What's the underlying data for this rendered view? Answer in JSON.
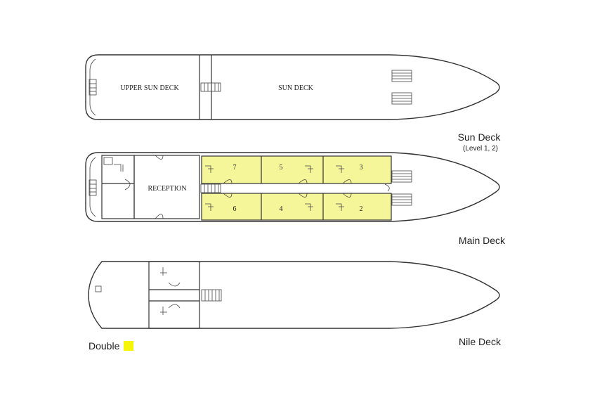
{
  "decks": {
    "sun": {
      "title": "Sun Deck",
      "subtitle": "(Level 1, 2)",
      "areas": {
        "upper_sun_deck": "UPPER SUN DECK",
        "sun_deck": "SUN DECK"
      }
    },
    "main": {
      "title": "Main Deck",
      "areas": {
        "reception": "RECEPTION"
      },
      "cabins": {
        "c7": "7",
        "c5": "5",
        "c3": "3",
        "c6": "6",
        "c4": "4",
        "c2": "2"
      }
    },
    "nile": {
      "title": "Nile Deck"
    }
  },
  "legend": {
    "label": "Double",
    "color": "#f5f50a"
  },
  "colors": {
    "cabin_fill": "#f5f59a",
    "outline": "#333333"
  }
}
